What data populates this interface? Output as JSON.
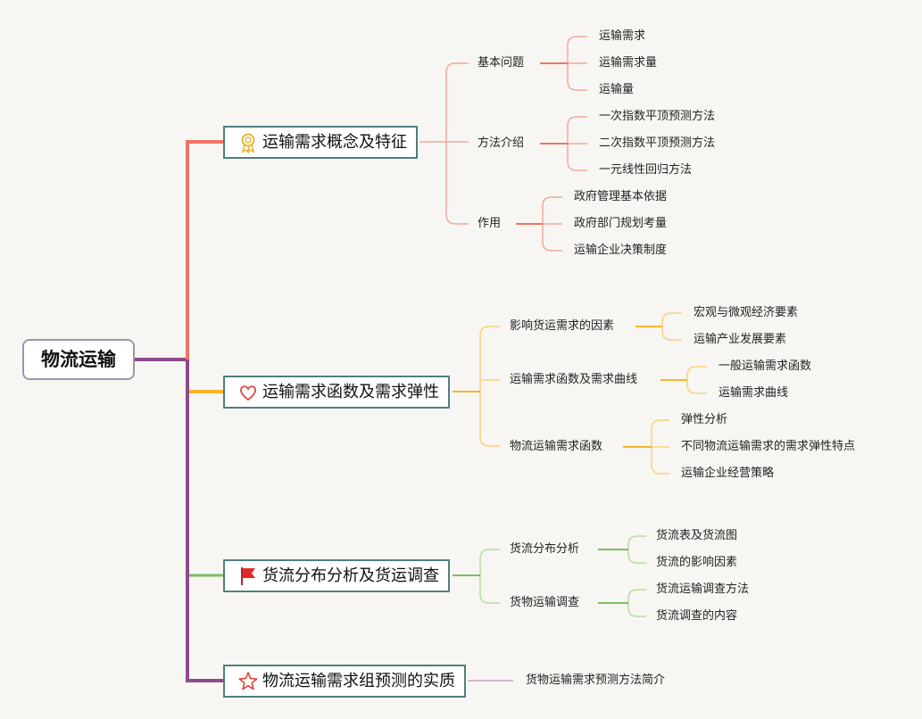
{
  "root": {
    "label": "物流运输"
  },
  "branches": [
    {
      "label": "运输需求概念及特征",
      "icon": "ribbon-award-icon",
      "color": "#ee7566",
      "subs": [
        {
          "label": "基本问题",
          "leaves": [
            "运输需求",
            "运输需求量",
            "运输量"
          ]
        },
        {
          "label": "方法介绍",
          "leaves": [
            "一次指数平顶预测方法",
            "二次指数平顶预测方法",
            "一元线性回归方法"
          ]
        },
        {
          "label": "作用",
          "leaves": [
            "政府管理基本依据",
            "政府部门规划考量",
            "运输企业决策制度"
          ]
        }
      ]
    },
    {
      "label": "运输需求函数及需求弹性",
      "icon": "heart-icon",
      "color": "#f7b52a",
      "subs": [
        {
          "label": "影响货运需求的因素",
          "leaves": [
            "宏观与微观经济要素",
            "运输产业发展要素"
          ]
        },
        {
          "label": "运输需求函数及需求曲线",
          "leaves": [
            "一般运输需求函数",
            "运输需求曲线"
          ]
        },
        {
          "label": "物流运输需求函数",
          "leaves": [
            "弹性分析",
            "不同物流运输需求的需求弹性特点",
            "运输企业经营策略"
          ]
        }
      ]
    },
    {
      "label": "货流分布分析及货运调查",
      "icon": "red-flag-icon",
      "color": "#79bf5f",
      "subs": [
        {
          "label": "货流分布分析",
          "leaves": [
            "货流表及货流图",
            "货流的影响因素"
          ]
        },
        {
          "label": "货物运输调查",
          "leaves": [
            "货流运输调查方法",
            "货流调查的内容"
          ]
        }
      ]
    },
    {
      "label": "物流运输需求组预测的实质",
      "icon": "star-icon",
      "color": "#8e4b8b",
      "subs": [
        {
          "label": "货物运输需求预测方法简介",
          "leaves": []
        }
      ]
    }
  ]
}
